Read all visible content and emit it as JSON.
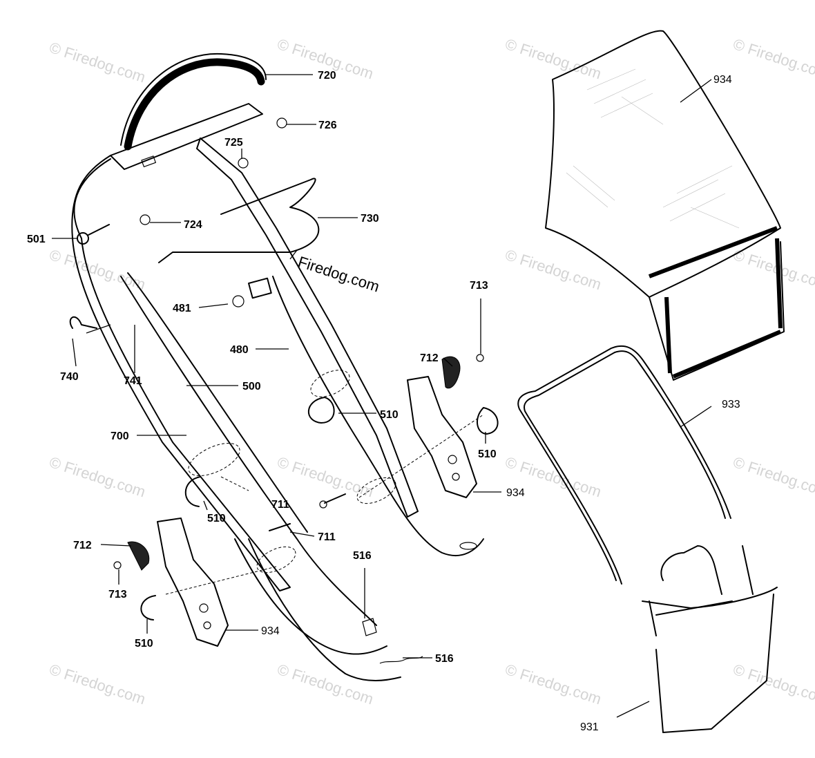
{
  "watermark": "© Firedog.com",
  "watermark_center": "Firedog.com",
  "callouts": {
    "c720": "720",
    "c726": "726",
    "c725": "725",
    "c724": "724",
    "c730": "730",
    "c501": "501",
    "c481": "481",
    "c480": "480",
    "c740": "740",
    "c741": "741",
    "c500": "500",
    "c700": "700",
    "c713a": "713",
    "c712a": "712",
    "c510a": "510",
    "c510b": "510",
    "c934a": "934",
    "c510c": "510",
    "c711a": "711",
    "c711b": "711",
    "c712b": "712",
    "c713b": "713",
    "c510d": "510",
    "c934b": "934",
    "c516a": "516",
    "c516b": "516",
    "c934c": "934",
    "c933": "933",
    "c931": "931"
  }
}
